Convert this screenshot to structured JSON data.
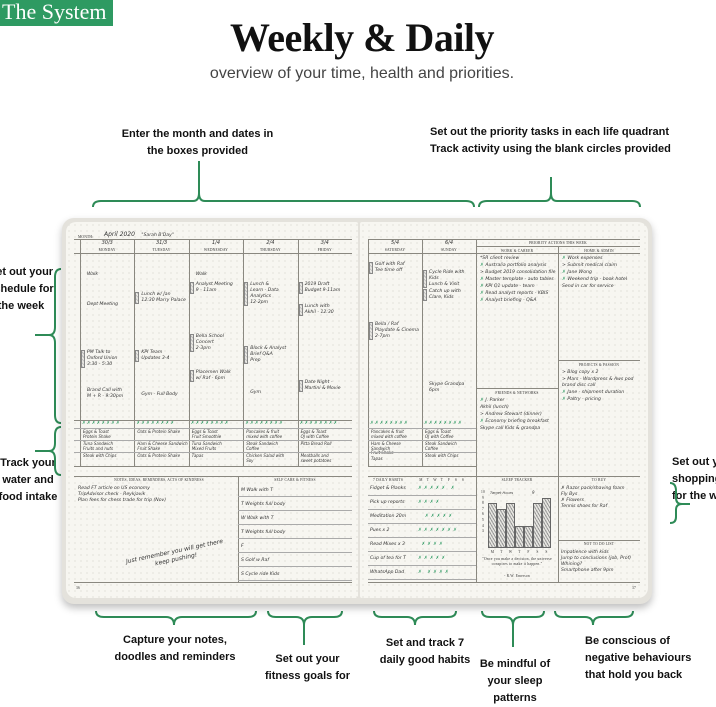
{
  "brand": "The System",
  "title": "Weekly & Daily",
  "subtitle": "overview of your time, health and priorities.",
  "accent_color": "#2e9a62",
  "callouts": {
    "top_left": [
      "Enter the month and dates in",
      "the boxes provided"
    ],
    "top_right": [
      "Set out the priority tasks in each life quadrant",
      "Track activity using the blank circles provided"
    ],
    "left_schedule": [
      "Set out your",
      "schedule for",
      "the week"
    ],
    "left_food": [
      "Track your",
      "water and",
      "food intake"
    ],
    "right_shopping": [
      "Set out your",
      "shopping list",
      "for the week"
    ],
    "bottom_notes": [
      "Capture your notes,",
      "doodles and reminders"
    ],
    "bottom_fitness": [
      "Set out your",
      "fitness goals for"
    ],
    "bottom_habits": [
      "Set and track 7",
      "daily good habits"
    ],
    "bottom_sleep": [
      "Be mindful of",
      "your sleep patterns"
    ],
    "bottom_negative": [
      "Be conscious of",
      "negative behaviours",
      "that hold you back"
    ]
  },
  "planner": {
    "month_label": "Month:",
    "month": "April 2020",
    "days": [
      {
        "date": "30/3",
        "name": "Monday"
      },
      {
        "date": "31/3",
        "name": "Tuesday"
      },
      {
        "date": "1/4",
        "name": "Wednesday"
      },
      {
        "date": "2/4",
        "name": "Thursday"
      },
      {
        "date": "3/4",
        "name": "Friday"
      },
      {
        "date": "5/4",
        "name": "Saturday"
      },
      {
        "date": "6/4",
        "name": "Sunday"
      }
    ],
    "events": {
      "mon": [
        "Walk",
        "Dept Meeting",
        "PM Talk to\nOxford Union\n3:30 - 5:30",
        "Brand Call with\nM + R - 9:30pm"
      ],
      "tue": [
        "\"Sarah B'Day\"",
        "Lunch w/ Jan\n12:30 Marry Palace",
        "KPI Team\nUpdates 3-4",
        "Gym - Full Body"
      ],
      "wed": [
        "Walk",
        "Analyst Meeting\n9 - 11am",
        "Bella School\nConcert\n2-3pm",
        "Placemen Walk\nw/ Raf - 6pm"
      ],
      "thu": [
        "Lunch &\nLearn - Data\nAnalytics\n12-2pm",
        "Block & Analyst\nBrief Q&A\nPrep",
        "Gym"
      ],
      "fri": [
        "2019 Draft\nBudget 9-11am",
        "Lunch with\nAkhil - 12:30",
        "Date Night -\nMartini & Movie"
      ],
      "sat": [
        "Golf with Raf\nTee time off",
        "Bella / Raf\nPlaydate & Cinema\n2-7pm"
      ],
      "sun": [
        "Cycle Ride with\nKids\nLunch & Visit",
        "Catch up with\nClare, Kids",
        "Skype Grandpa 6pm"
      ]
    },
    "meals": [
      [
        "Eggs & Toast\nProtein Shake",
        "Oats & Protein Shake",
        "Eggs & Toast\nFruit Smoothie",
        "Pancakes & fruit\nmixed with coffee",
        "Eggs & Toast\nOJ with Coffee",
        "Pancakes & fruit\nmixed with coffee",
        "Eggs & Toast\nOJ with Coffee"
      ],
      [
        "Tuna Sandwich\nFruits and nuts",
        "Ham & Cheese Sandwich\nFruit Shake",
        "Tuna Sandwich\nMixed Fruits",
        "Steak Sandwich\nCoffee",
        "Pitta Bread Roll",
        "Ham & Cheese Sandwich\nFruit Shake",
        "Steak Sandwich\nCoffee"
      ],
      [
        "Steak with Chips",
        "Oats & Protein Shake",
        "Tapas",
        "Chicken Salad with\nSoy",
        "Meatballs and\nsweet potatoes",
        "Tapas",
        "Steak with Chips"
      ]
    ],
    "priorities_header": "Priority actions this week",
    "quadrants": {
      "work": {
        "title": "Work & Career",
        "items": [
          "*SR client review",
          "✗ Australia portfolio analysis",
          "> Budget 2019 consolidation file",
          "✗ Master template - auto tables",
          "✗ KPI Q1 update - team",
          "✗ Read analyst reports - KBIS",
          "✗ Analyst briefing - Q&A"
        ]
      },
      "home": {
        "title": "Home & Admin",
        "items": [
          "✗ Work expenses",
          "> Submit medical claim",
          "✗ Jane Wong",
          "✗ Weekend trip - book hotel",
          "Send in car for service"
        ]
      },
      "friends": {
        "title": "Friends & Networks",
        "items": [
          "✗ J. Parker",
          "Akhil (lunch)",
          "> Andrew Stewart (dinner)",
          "✗ Economy briefing breakfast",
          "Skype call Kids & grandpa"
        ]
      },
      "projects": {
        "title": "Projects & Passion",
        "items": [
          "> Blog copy x 2",
          "> Mars - Wordpress & Aws pod\nbrand disc call",
          "✗ Jane - shipment duration",
          "✗ Paltry - pricing"
        ]
      }
    },
    "notes": {
      "title": "Notes, ideas, reminders, acts of kindness",
      "items": [
        "Read FT article on US economy",
        "TripAdvisor check - Reykjavik",
        "Plan fees for chess trade for trip (Nov)"
      ],
      "doodle": "Just remember you will get there\nkeep pushing!"
    },
    "self_care": {
      "title": "Self care & fitness",
      "items": [
        "M  Walk with T",
        "T  Weights full body",
        "W  Walk with T",
        "T  Weights full body",
        "F",
        "S  Golf w Raf",
        "S  Cycle ride Kids"
      ]
    },
    "habits": {
      "title": "7 Daily habits",
      "days": [
        "M",
        "T",
        "W",
        "T",
        "F",
        "S",
        "S"
      ],
      "items": [
        "Fidget & Planks",
        "Pick up reports",
        "Meditation 20m",
        "Pues x 2",
        "Read Mixes x 3",
        "Cup of tea for T",
        "WhatsApp Dad"
      ],
      "checks": [
        "✗✗✗✗✗ ✗",
        "✗✗✗✗",
        "  ✗✗✗✗✗",
        "✗✗✗✗✗✗✗",
        " ✗✗✗✗",
        "✗✗✗✗✗",
        "✗ ✗✗✗✗"
      ]
    },
    "sleep": {
      "title": "Sleep tracker",
      "target_label": "Target Hours",
      "target": 9,
      "days": [
        "M",
        "T",
        "W",
        "T",
        "F",
        "S",
        "S"
      ],
      "hours": [
        8,
        7,
        8,
        4,
        4,
        8,
        9
      ],
      "y_ticks": [
        10,
        9,
        8,
        7,
        6,
        5,
        4,
        3
      ],
      "quote": "\"Once you make a decision, the universe conspires to make it happen.\"",
      "author": "- R.W. Emerson"
    },
    "to_buy": {
      "title": "To buy",
      "items": [
        "✗ Razor pack/shaving foam",
        "Fly Bys",
        "✗ Flowers",
        "Tennis shoes for Raf"
      ]
    },
    "not_to_do": {
      "title": "Not to do list",
      "items": [
        "Impatience with kids",
        "Jump to conclusions (job, Prof)",
        "Whining?",
        "Smartphone after 9pm"
      ]
    },
    "page_left": "36",
    "page_right": "37"
  }
}
